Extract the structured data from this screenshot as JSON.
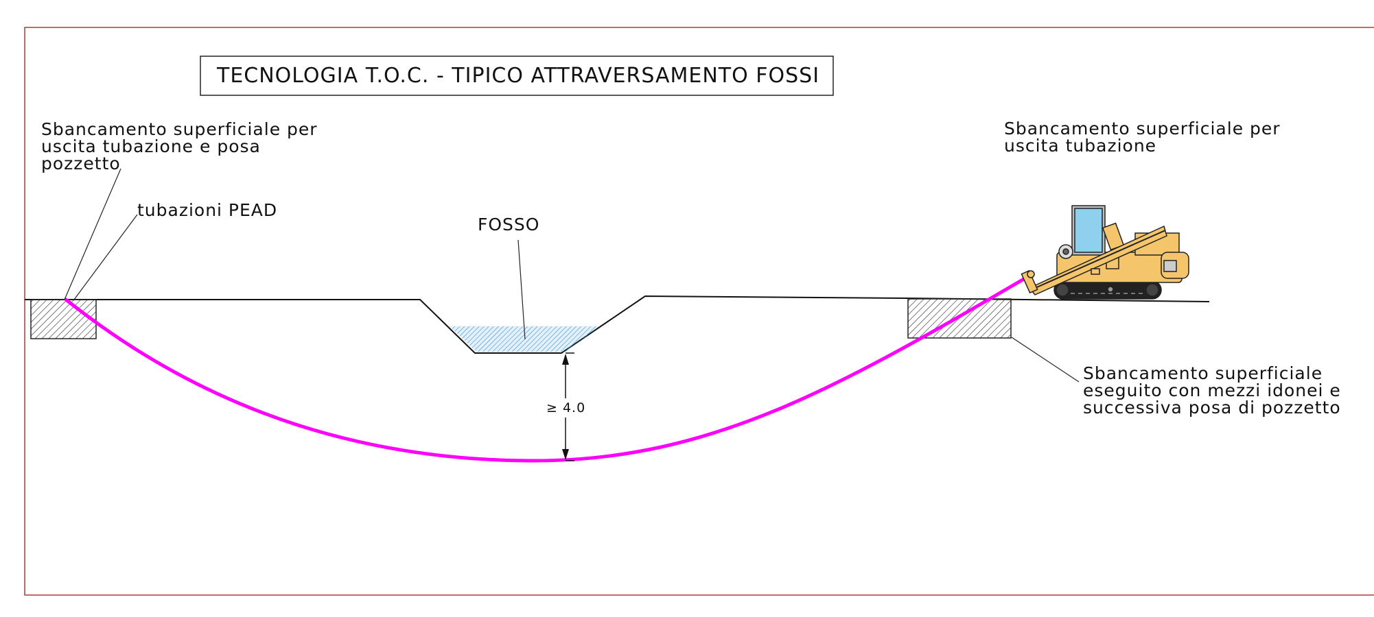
{
  "title": "TECNOLOGIA T.O.C. - TIPICO ATTRAVERSAMENTO FOSSI",
  "labels": {
    "left_excavation": [
      "Sbancamento superficiale per",
      "uscita tubazione e posa",
      "pozzetto"
    ],
    "pipes": "tubazioni PEAD",
    "ditch": "FOSSO",
    "right_excavation": [
      "Sbancamento superficiale per",
      "uscita tubazione"
    ],
    "excavation_note": [
      "Sbancamento superficiale",
      "eseguito con mezzi idonei e",
      "successiva posa di pozzetto"
    ],
    "depth": "≥ 4.0"
  },
  "icons": {
    "drill_rig": "horizontal-directional-drilling-rig-icon"
  },
  "colors": {
    "border": "#b5333e",
    "pipe": "#ff00ff",
    "water": "#4aa3df",
    "hatch": "#333333",
    "rig_body": "#f4c56a",
    "rig_cab": "#8fd0ef"
  }
}
